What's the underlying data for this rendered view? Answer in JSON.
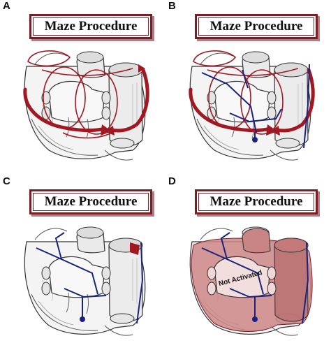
{
  "panels": [
    {
      "letter": "A",
      "title": "Maze Procedure"
    },
    {
      "letter": "B",
      "title": "Maze Procedure"
    },
    {
      "letter": "C",
      "title": "Maze Procedure"
    },
    {
      "letter": "D",
      "title": "Maze Procedure",
      "annotation": "Not Activated"
    }
  ],
  "colors": {
    "lesion": "#a01822",
    "nerve": "#1a237e",
    "tissue": "#cd8686"
  }
}
